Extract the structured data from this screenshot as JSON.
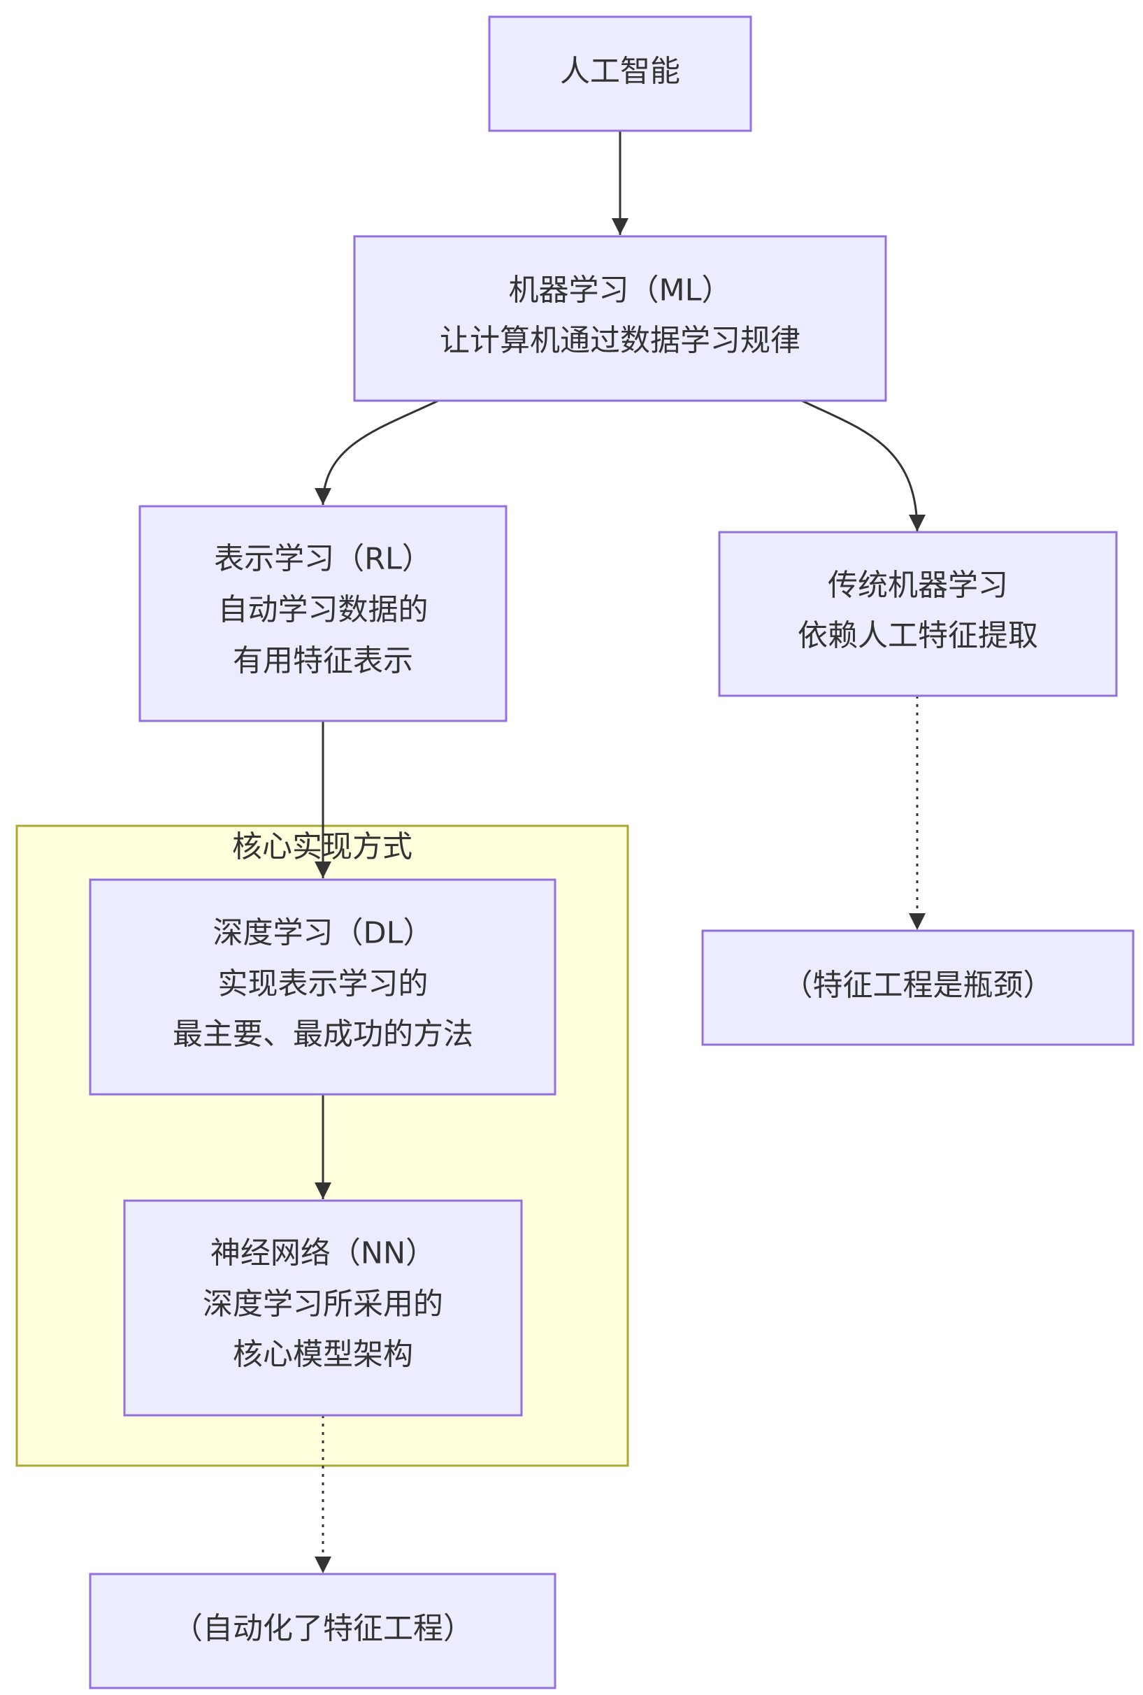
{
  "colors": {
    "node_fill": "#ECECFF",
    "node_stroke": "#9370DB",
    "cluster_fill": "#FFFFDE",
    "cluster_stroke": "#AAAA33",
    "edge": "#333333",
    "text": "#333333"
  },
  "cluster": {
    "label": "核心实现方式"
  },
  "nodes": {
    "ai": {
      "lines": [
        "人工智能"
      ]
    },
    "ml": {
      "lines": [
        "机器学习（ML）",
        "让计算机通过数据学习规律"
      ]
    },
    "rl": {
      "lines": [
        "表示学习（RL）",
        "自动学习数据的",
        "有用特征表示"
      ]
    },
    "tml": {
      "lines": [
        "传统机器学习",
        "依赖人工特征提取"
      ]
    },
    "fe": {
      "lines": [
        "（特征工程是瓶颈）"
      ]
    },
    "dl": {
      "lines": [
        "深度学习（DL）",
        "实现表示学习的",
        "最主要、最成功的方法"
      ]
    },
    "nn": {
      "lines": [
        "神经网络（NN）",
        "深度学习所采用的",
        "核心模型架构"
      ]
    },
    "auto": {
      "lines": [
        "（自动化了特征工程）"
      ]
    }
  },
  "edges": [
    {
      "from": "ai",
      "to": "ml",
      "style": "solid"
    },
    {
      "from": "ml",
      "to": "rl",
      "style": "solid"
    },
    {
      "from": "ml",
      "to": "tml",
      "style": "solid"
    },
    {
      "from": "rl",
      "to": "dl",
      "style": "solid"
    },
    {
      "from": "tml",
      "to": "fe",
      "style": "dotted"
    },
    {
      "from": "dl",
      "to": "nn",
      "style": "solid"
    },
    {
      "from": "nn",
      "to": "auto",
      "style": "dotted"
    }
  ]
}
